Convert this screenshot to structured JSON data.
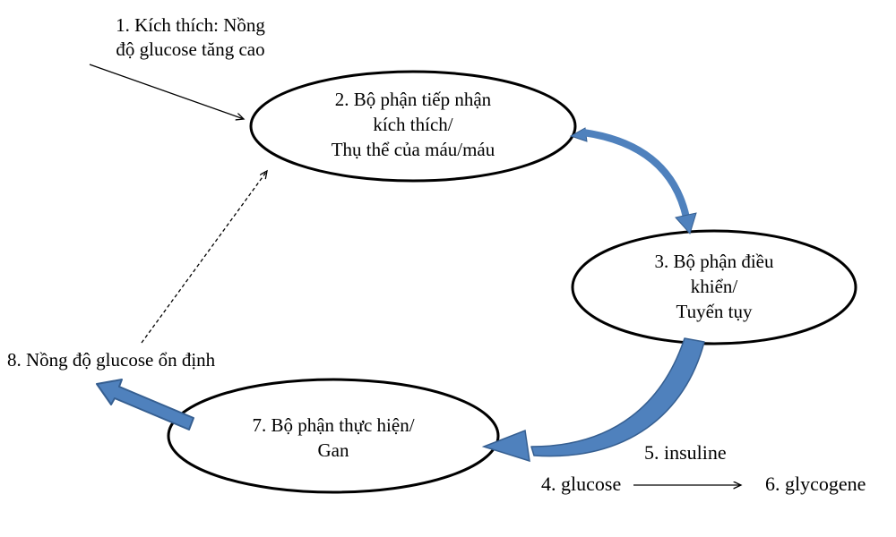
{
  "diagram": {
    "description": "Feedback loop of blood glucose homeostasis (Vietnamese biology diagram)",
    "colors": {
      "arrow_fill": "#4F81BD",
      "arrow_stroke": "#365F91",
      "outline": "#000000",
      "background": "#FFFFFF"
    },
    "nodes": {
      "stimulus_label": {
        "lines": [
          "1. Kích thích: Nồng",
          "độ glucose tăng cao"
        ]
      },
      "receptor_ellipse": {
        "lines": [
          "2. Bộ phận tiếp nhận",
          "kích thích/",
          "Thụ thể của máu/máu"
        ]
      },
      "controller_ellipse": {
        "lines": [
          "3. Bộ phận điều",
          "khiển/",
          "Tuyến tụy"
        ]
      },
      "effector_ellipse": {
        "lines": [
          "7. Bộ phận thực hiện/",
          "Gan"
        ]
      },
      "result_label": "8. Nồng độ glucose ổn định",
      "glucose_label": "4. glucose",
      "insuline_label": "5. insuline",
      "glycogene_label": "6. glycogene"
    }
  }
}
